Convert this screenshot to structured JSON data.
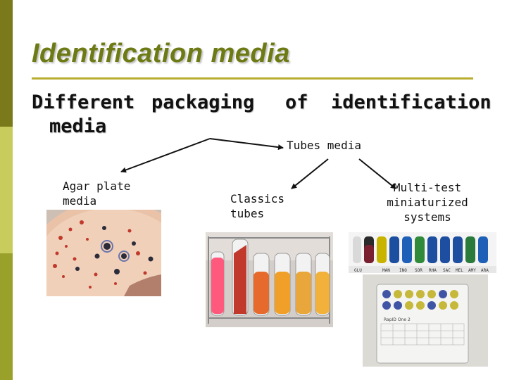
{
  "slide": {
    "title": "Identification media",
    "heading": {
      "word1": "Different",
      "word1b": "media",
      "word2": "packaging",
      "word3": "of",
      "word4": "identification"
    },
    "labels": {
      "tubes_media": "Tubes media",
      "agar_line1": "Agar plate",
      "agar_line2": "media",
      "classics_line1": "Classics",
      "classics_line2": "tubes",
      "multitest_line1": "Multi-test",
      "multitest_line2": "miniaturized",
      "multitest_line3": "systems"
    },
    "strip_codes": [
      "GLU",
      "MAN",
      "INO",
      "SOR",
      "RHA",
      "SAC",
      "MEL",
      "AMY",
      "ARA"
    ],
    "card_label": "RapID One 2"
  },
  "colors": {
    "sidebar_dark": "#7a7a1a",
    "sidebar_light": "#c8cc5c",
    "sidebar_mid": "#9aa12a",
    "title": "#6e7a14",
    "underline": "#b9ad2f"
  },
  "icons": [
    "arrow-icon"
  ]
}
